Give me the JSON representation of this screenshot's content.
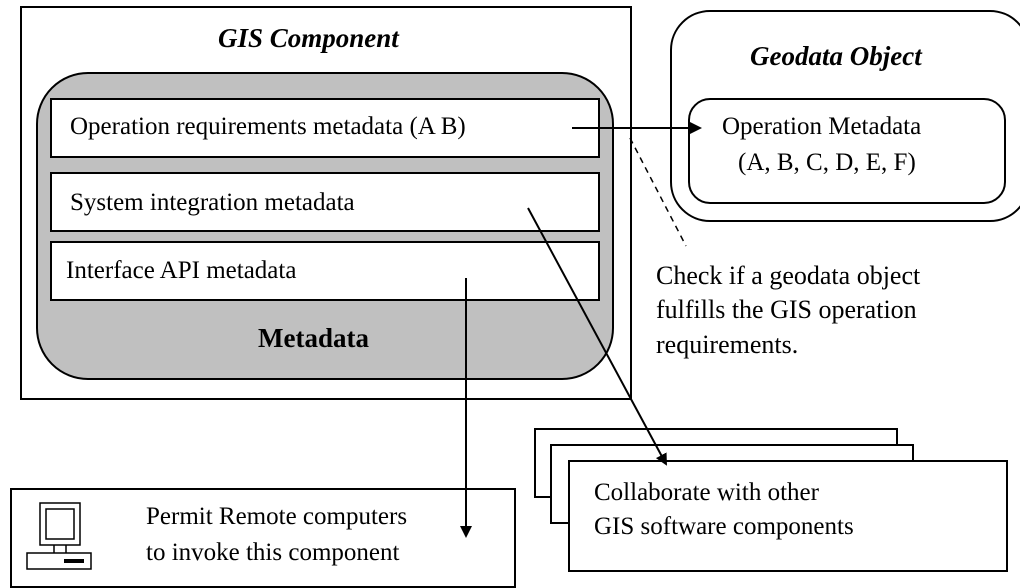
{
  "gis_component": {
    "title": "GIS Component",
    "metadata_label": "Metadata",
    "rows": [
      "Operation requirements metadata (A B)",
      "System integration metadata",
      "Interface API metadata"
    ]
  },
  "geodata_object": {
    "title": "Geodata Object",
    "operation_metadata_line1": "Operation Metadata",
    "operation_metadata_line2": "(A, B, C, D, E, F)"
  },
  "check_note": {
    "line1": "Check if a geodata object",
    "line2": "fulfills the GIS operation",
    "line3": "requirements."
  },
  "remote_box": {
    "line1": "Permit Remote computers",
    "line2": "to invoke this component",
    "icon": "computer-icon"
  },
  "collaborate_box": {
    "line1": "Collaborate with other",
    "line2": "GIS software components"
  }
}
